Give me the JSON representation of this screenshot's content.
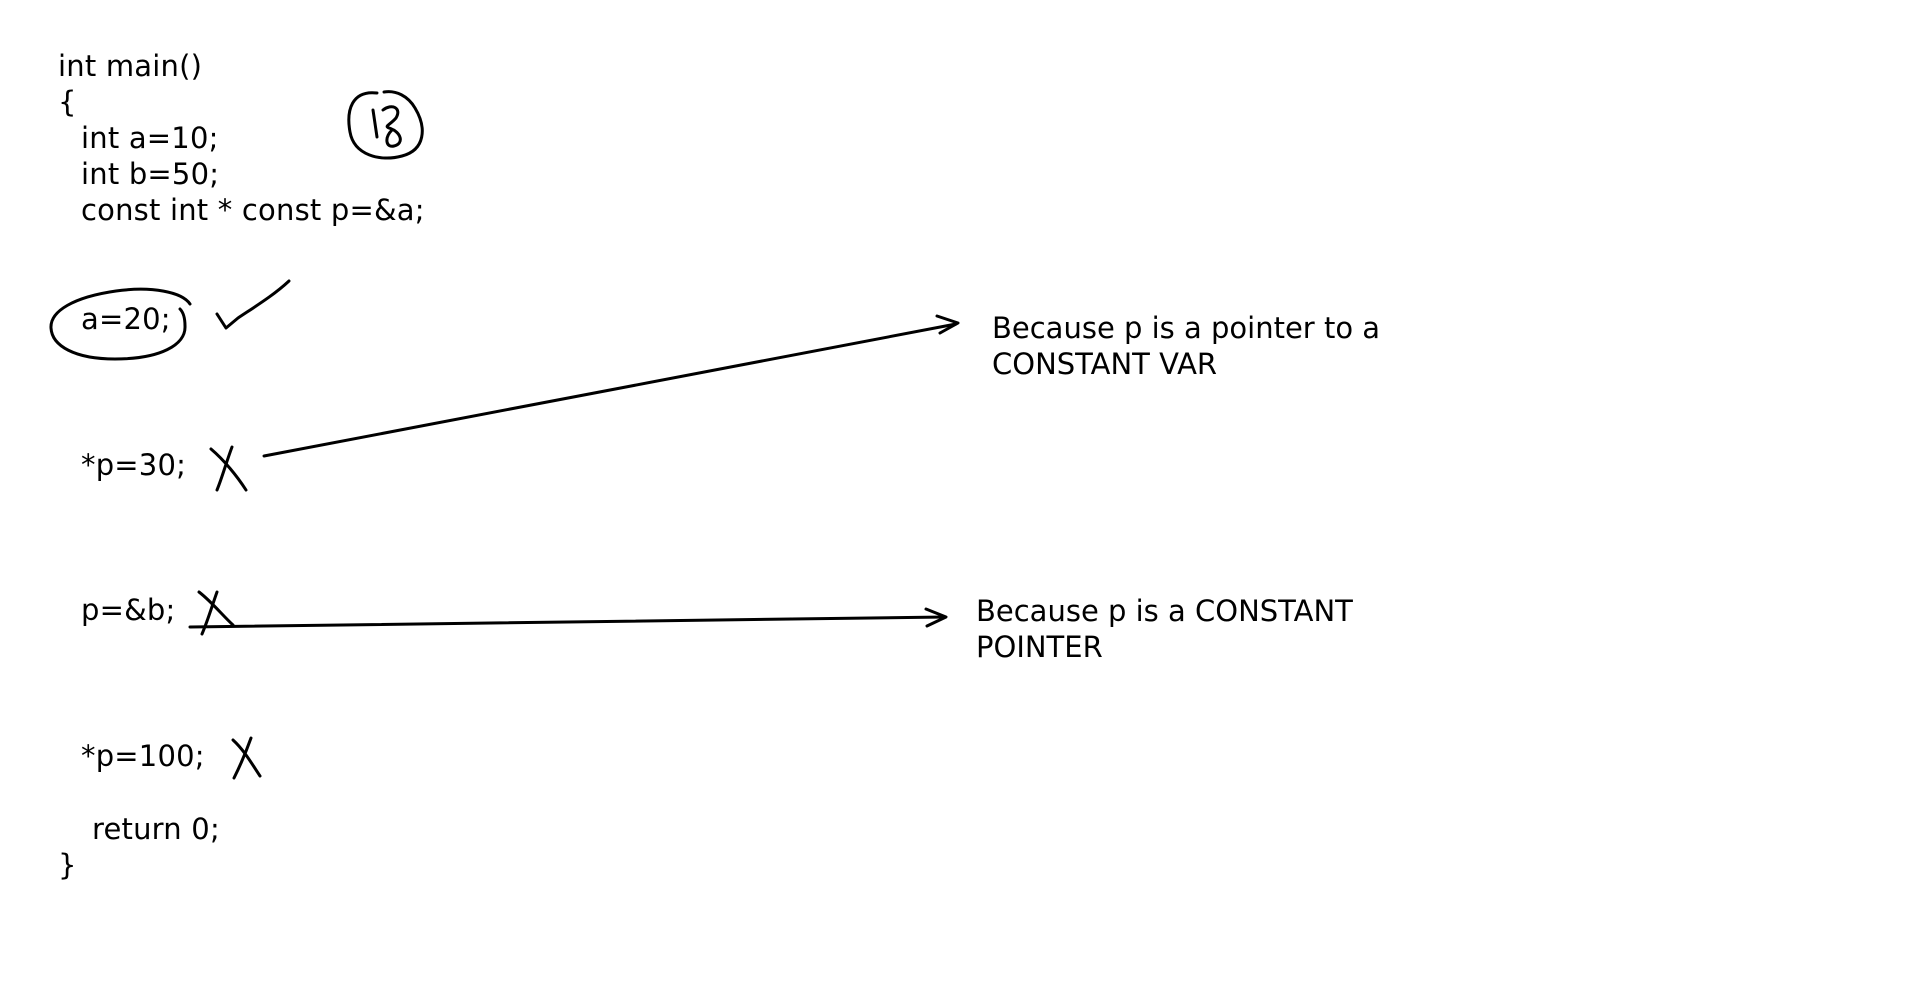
{
  "code": {
    "line_main": "int main()",
    "line_open_brace": "{",
    "line_int_a": "int a=10;",
    "line_int_b": "int b=50;",
    "line_const_ptr": "const int * const p=&a;",
    "line_assign_a": "a=20;",
    "line_deref_30": "*p=30;",
    "line_assign_p": "p=&b;",
    "line_deref_100": "*p=100;",
    "line_return": "return 0;",
    "line_close_brace": "}"
  },
  "annotations": {
    "circled_number": "18",
    "note_pointer_to_const_line1": "Because p is a pointer to a",
    "note_pointer_to_const_line2": "CONSTANT VAR",
    "note_const_pointer_line1": "Because p is a CONSTANT",
    "note_const_pointer_line2": "POINTER"
  },
  "marks": {
    "a_assign_mark": "check-icon",
    "deref_30_mark": "cross-icon",
    "assign_p_mark": "cross-icon",
    "deref_100_mark": "cross-icon"
  }
}
